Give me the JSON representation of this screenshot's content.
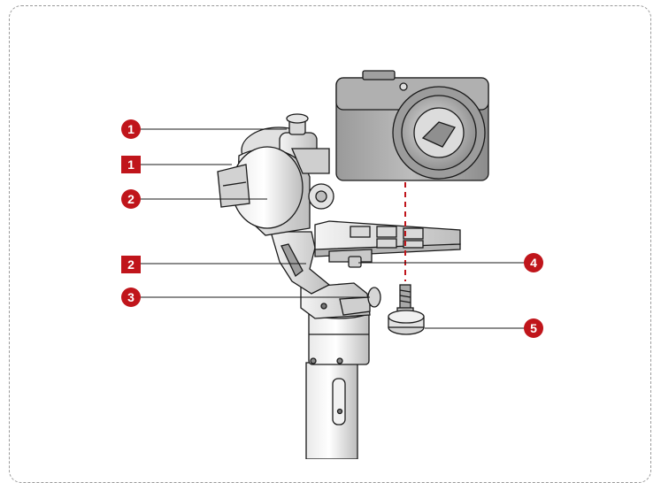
{
  "callouts": [
    {
      "id": "c1a",
      "label": "1",
      "shape": "circle"
    },
    {
      "id": "c1b",
      "label": "1",
      "shape": "square"
    },
    {
      "id": "c2a",
      "label": "2",
      "shape": "circle"
    },
    {
      "id": "c2b",
      "label": "2",
      "shape": "square"
    },
    {
      "id": "c3",
      "label": "3",
      "shape": "circle"
    },
    {
      "id": "c4",
      "label": "4",
      "shape": "circle"
    },
    {
      "id": "c5",
      "label": "5",
      "shape": "circle"
    }
  ],
  "colors": {
    "accent": "#c0151b",
    "line": "#1a1a1a",
    "frame": "#9a9a9a",
    "guide": "#c0151b"
  }
}
